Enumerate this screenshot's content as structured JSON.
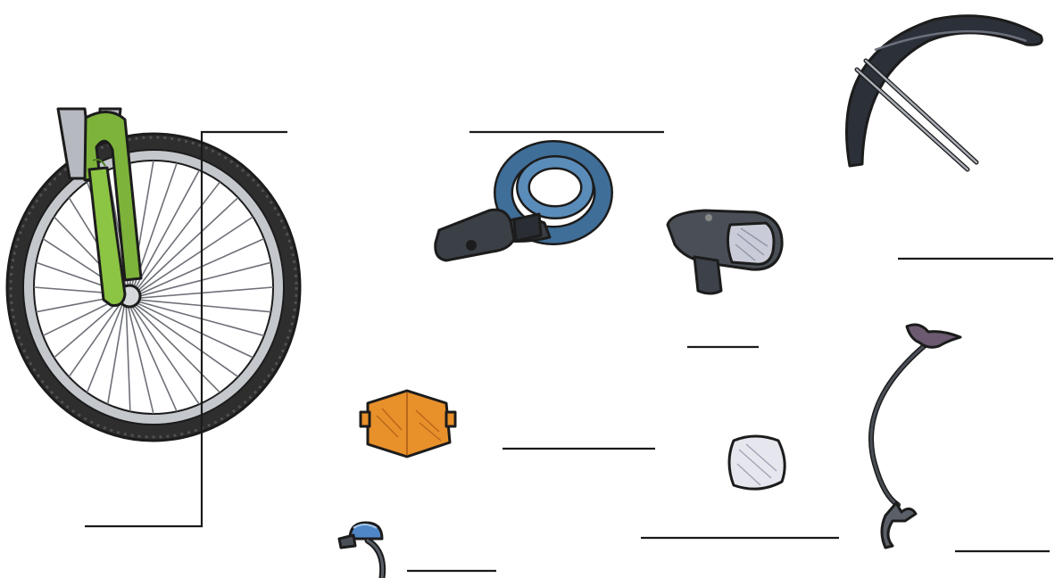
{
  "worksheet": {
    "type": "bicycle-parts-labeling",
    "answer_lines_count": 10,
    "items": [
      {
        "name": "front-wheel",
        "label": ""
      },
      {
        "name": "cable-lock",
        "label": ""
      },
      {
        "name": "headlight",
        "label": ""
      },
      {
        "name": "mudguard",
        "label": ""
      },
      {
        "name": "orange-reflector",
        "label": ""
      },
      {
        "name": "small-reflector",
        "label": ""
      },
      {
        "name": "mirror-stalk",
        "label": ""
      },
      {
        "name": "bell",
        "label": ""
      }
    ]
  },
  "colors": {
    "tire": "#2e2e2e",
    "rim": "#b9bcc2",
    "fork": "#7db33a",
    "lock": "#3f6e98",
    "headlight_body": "#4a4f57",
    "mudguard": "#2c3038",
    "reflector_orange": "#e8902a",
    "bell": "#4f86c6"
  }
}
